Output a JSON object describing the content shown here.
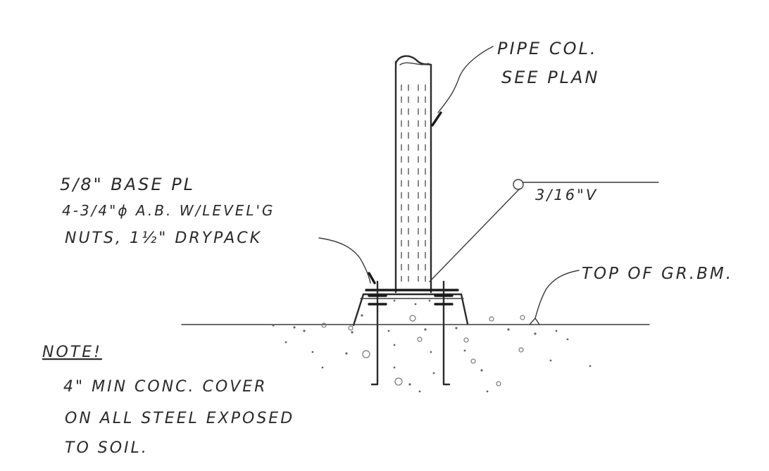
{
  "labels": {
    "pipe_line1": "PIPE COL.",
    "pipe_line2": "SEE PLAN",
    "weld": "3/16\"V",
    "base_line1": "5/8\" BASE PL",
    "base_line2": "4-3/4\"ϕ A.B. W/LEVEL'G",
    "base_line3": "NUTS, 1½\" DRYPACK",
    "grade_beam": "TOP OF GR.BM.",
    "note_title": "NOTE!",
    "note_line1": "4\" MIN CONC. COVER",
    "note_line2": "ON ALL STEEL EXPOSED",
    "note_line3": "TO SOIL."
  }
}
